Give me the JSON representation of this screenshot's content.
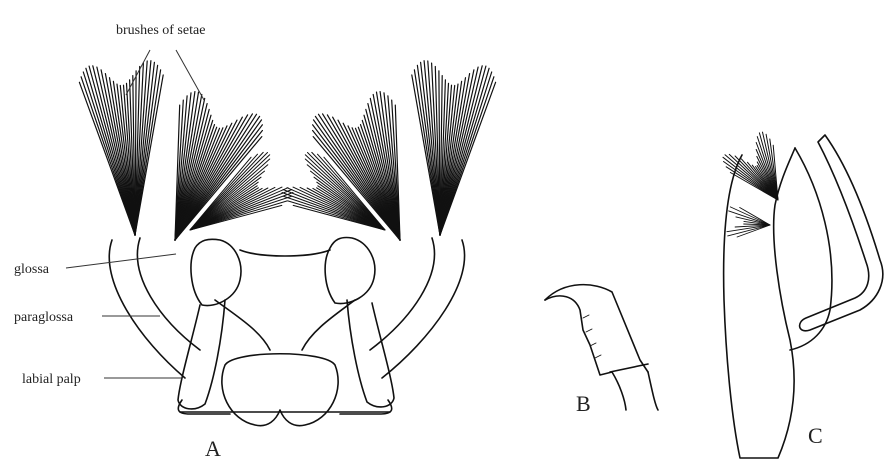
{
  "labels": {
    "brushes": "brushes of setae",
    "glossa": "glossa",
    "paraglossa": "paraglossa",
    "labial_palp": "labial palp",
    "panel_a": "A",
    "panel_b": "B",
    "panel_c": "C"
  }
}
